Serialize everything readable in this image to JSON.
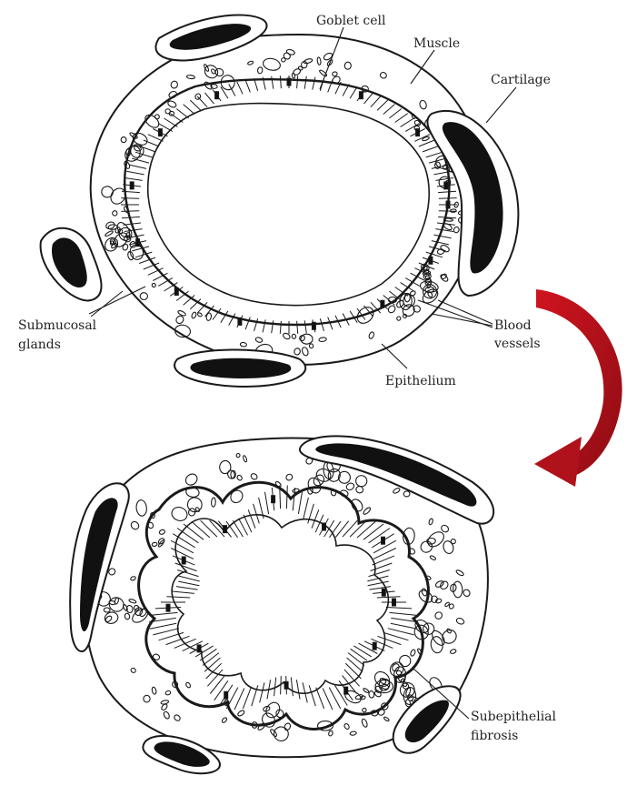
{
  "labels": {
    "goblet_cell": "Goblet cell",
    "muscle": "Muscle",
    "cartilage": "Cartilage",
    "blood_vessels_line1": "Blood",
    "blood_vessels_line2": "vessels",
    "submucosal_line1": "Submucosal",
    "submucosal_line2": "glands",
    "epithelium": "Epithelium",
    "subepithelial_line1": "Subepithelial",
    "subepithelial_line2": "fibrosis"
  },
  "colors": {
    "line": "#1a1a1a",
    "arrow": "#b0121b",
    "cartilage_fill": "#111111",
    "background": "#ffffff"
  }
}
